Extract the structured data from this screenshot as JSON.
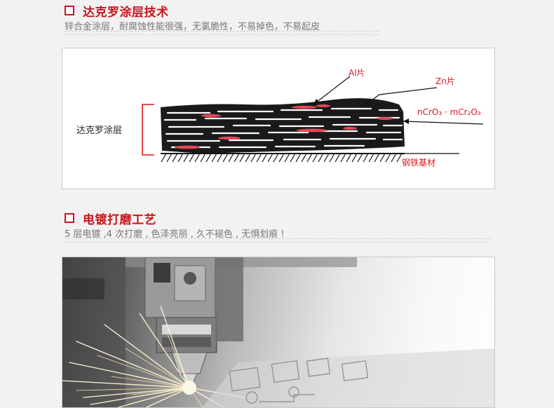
{
  "section1": {
    "heading": "达克罗涂层技术",
    "subtitle": "锌合金涂层，耐腐蚀性能很强，无氯脆性，不易掉色，不易起皮",
    "diagram": {
      "coating_label": "达克罗涂层",
      "al_label": "Al片",
      "zn_label": "Zn片",
      "ncro3_label": "nCrO₃ · mCr₂O₃",
      "substrate_label": "钢铁基材"
    }
  },
  "section2": {
    "heading": "电镀打磨工艺",
    "subtitle": "5 层电镀 ,4 次打磨 , 色泽亮丽 , 久不褪色 , 无惧划痕 !"
  },
  "colors": {
    "accent": "#c8161d",
    "label_red": "#e0151b",
    "subtitle_gray": "#777777"
  }
}
